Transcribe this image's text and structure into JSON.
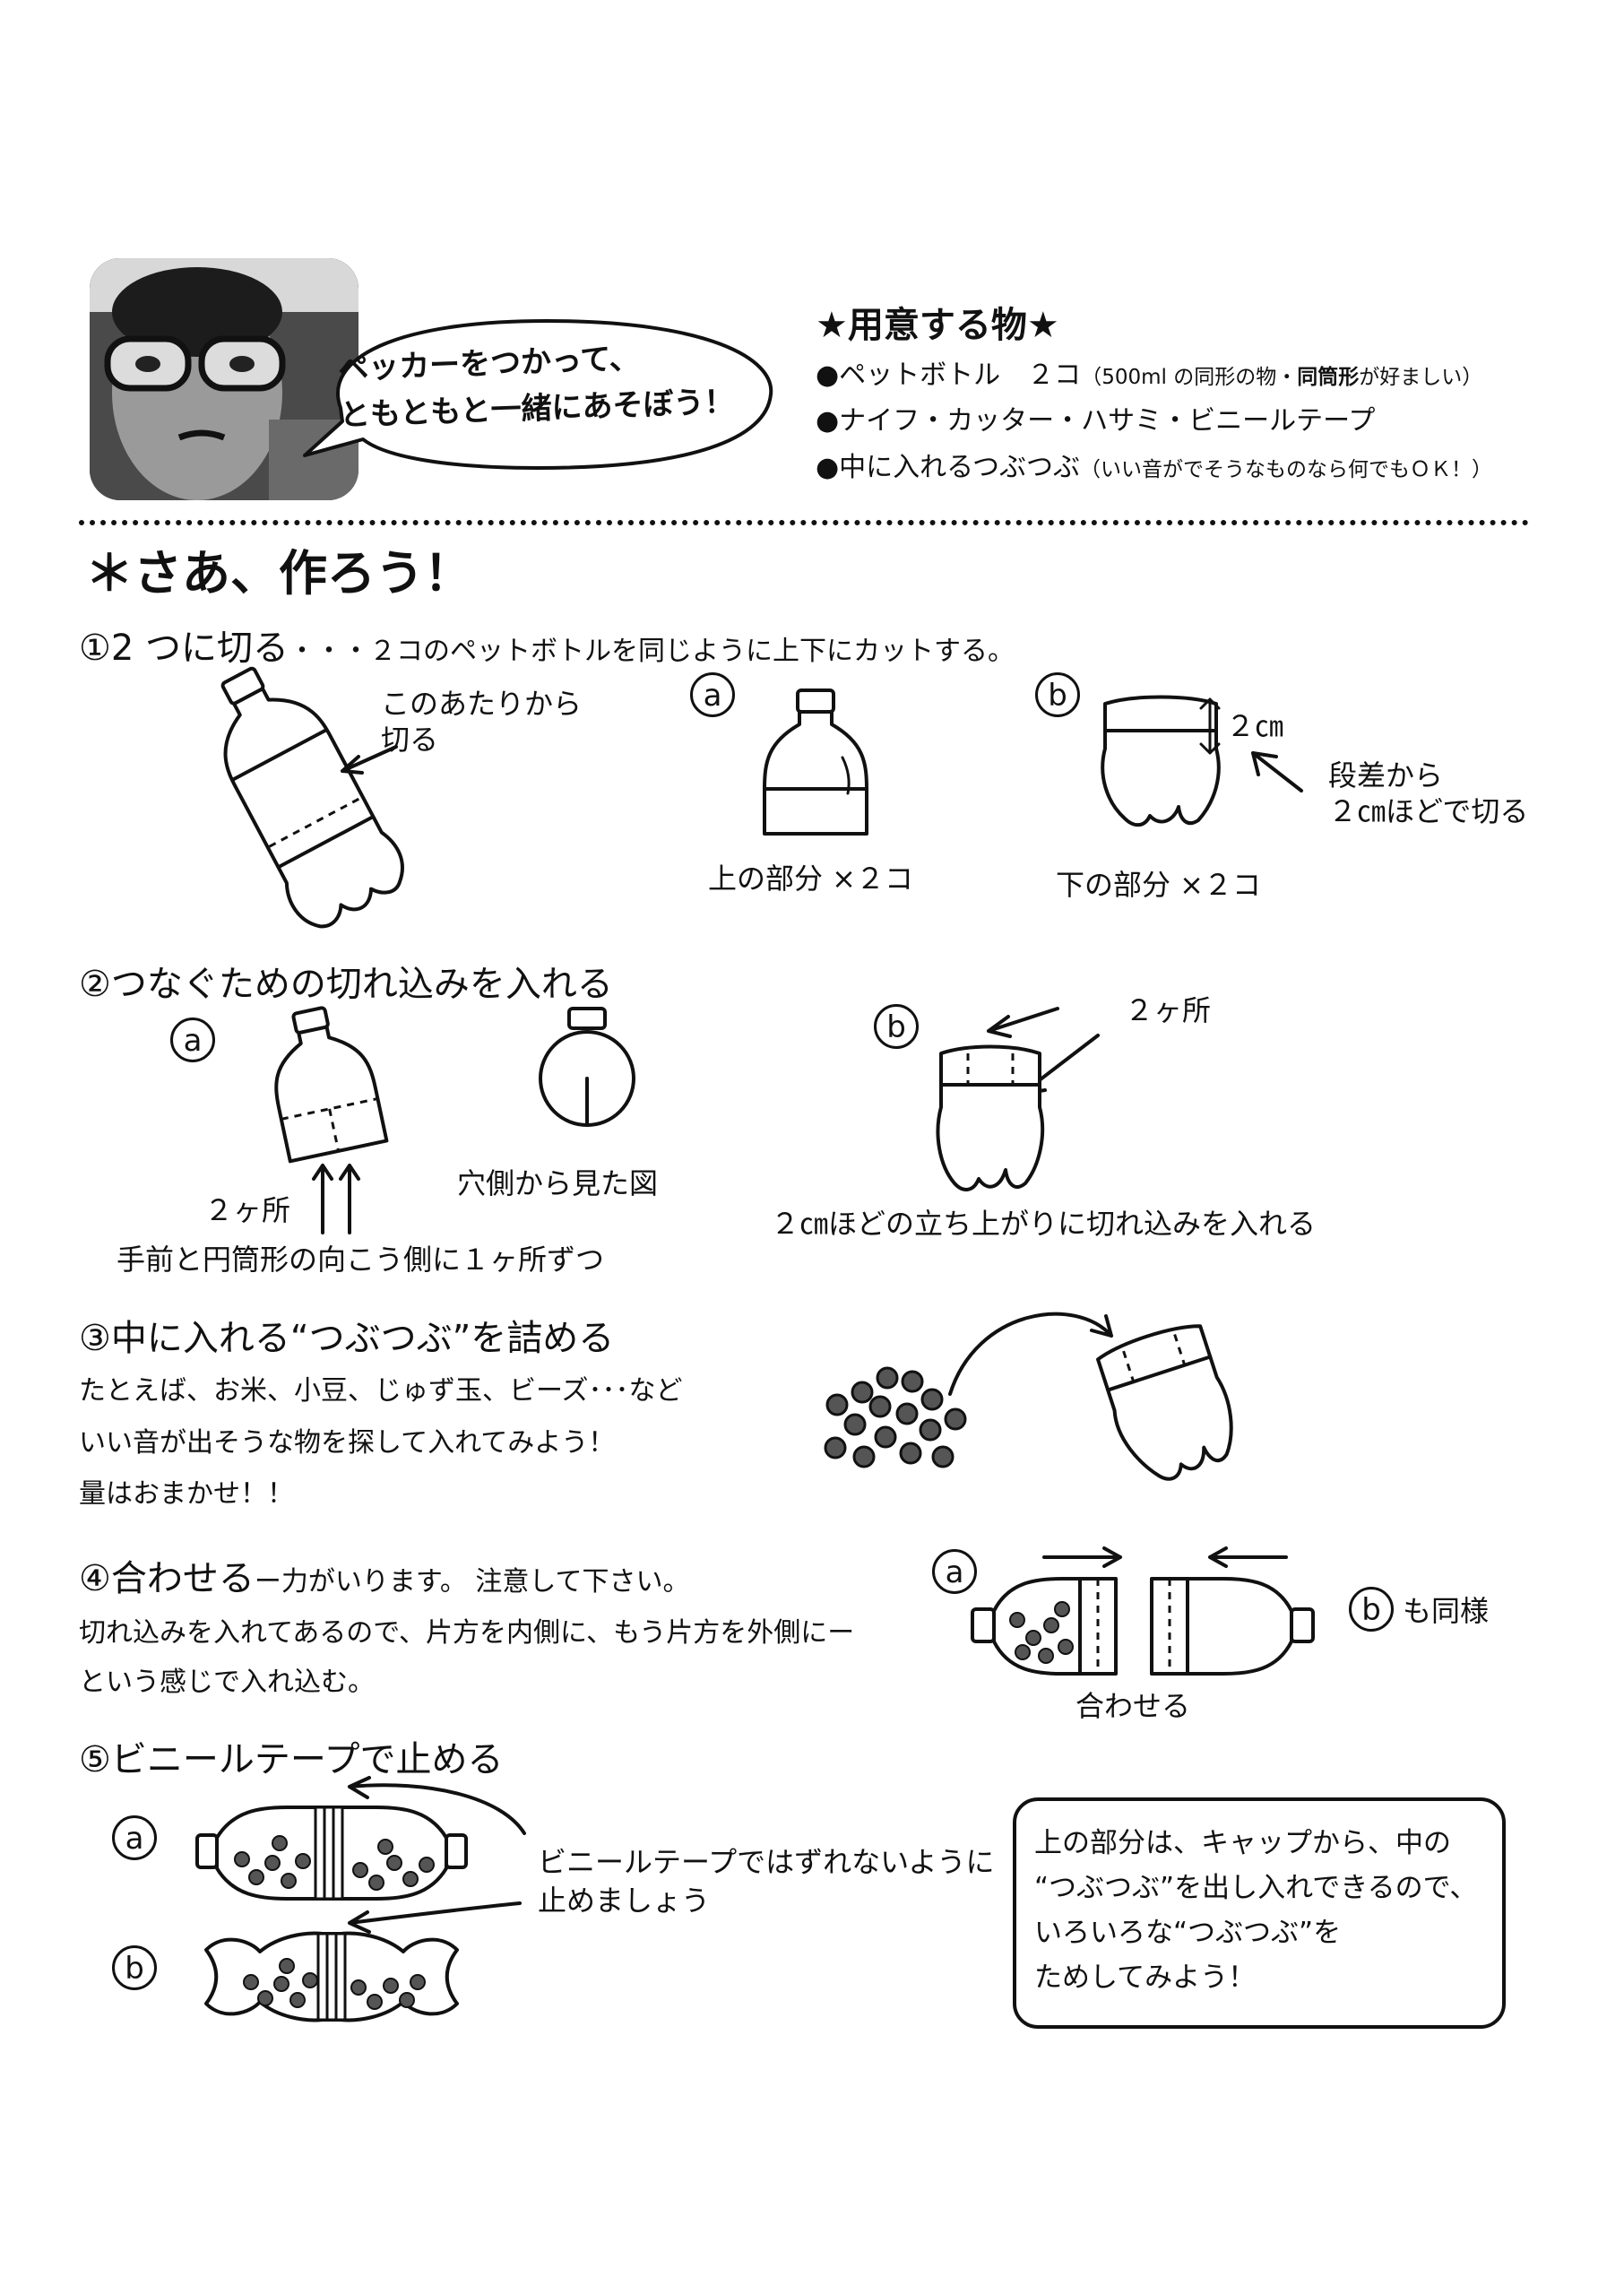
{
  "bubble": {
    "line1": "ペッカーをつかって、",
    "line2": "ともともと一緒にあそぼう！"
  },
  "materials": {
    "title": "★用意する物★",
    "items": [
      {
        "main": "●ペットボトル　２コ",
        "note_pre": "（500ml の同形の物・",
        "note_bold": "同筒形",
        "note_post": "が好ましい）"
      },
      {
        "main": "●ナイフ・カッター・ハサミ・ビニールテープ"
      },
      {
        "main": "●中に入れるつぶつぶ",
        "note": "（いい音がでそうなものなら何でもＯＫ！）"
      }
    ]
  },
  "main_title": "＊さあ、作ろう！",
  "step1": {
    "title": "①2 つに切る",
    "desc": "・・・２コのペットボトルを同じように上下にカットする。",
    "cut_label_1": "このあたりから",
    "cut_label_2": "切る",
    "a_mark": "a",
    "a_caption": "上の部分 ×２コ",
    "b_mark": "b",
    "b_dim": "２㎝",
    "b_note_1": "段差から",
    "b_note_2": "２㎝ほどで切る",
    "b_caption": "下の部分 ×２コ"
  },
  "step2": {
    "title": "②つなぐための切れ込みを入れる",
    "a_mark": "a",
    "a_count": "２ヶ所",
    "a_view": "穴側から見た図",
    "a_note": "手前と円筒形の向こう側に１ヶ所ずつ",
    "b_mark": "b",
    "b_count": "２ヶ所",
    "b_note": "２㎝ほどの立ち上がりに切れ込みを入れる"
  },
  "step3": {
    "title": "③中に入れる“つぶつぶ”を詰める",
    "lines": [
      "たとえば、お米、小豆、じゅず玉、ビーズ･･･など",
      "いい音が出そうな物を探して入れてみよう！",
      "量はおまかせ！！"
    ]
  },
  "step4": {
    "title": "④合わせる",
    "title_suffix": "ー力がいります。 注意して下さい。",
    "lines": [
      "切れ込みを入れてあるので、片方を内側に、もう片方を外側にー",
      "という感じで入れ込む。"
    ],
    "a_mark": "a",
    "caption": "合わせる",
    "b_mark": "b",
    "b_note": "も同様"
  },
  "step5": {
    "title": "⑤ビニールテープで止める",
    "a_mark": "a",
    "b_mark": "b",
    "tape_note_1": "ビニールテープではずれないように",
    "tape_note_2": "止めましょう"
  },
  "tip": {
    "lines": [
      "上の部分は、キャップから、中の",
      "“つぶつぶ”を出し入れできるので、",
      "いろいろな“つぶつぶ”を",
      "ためしてみよう！"
    ]
  }
}
